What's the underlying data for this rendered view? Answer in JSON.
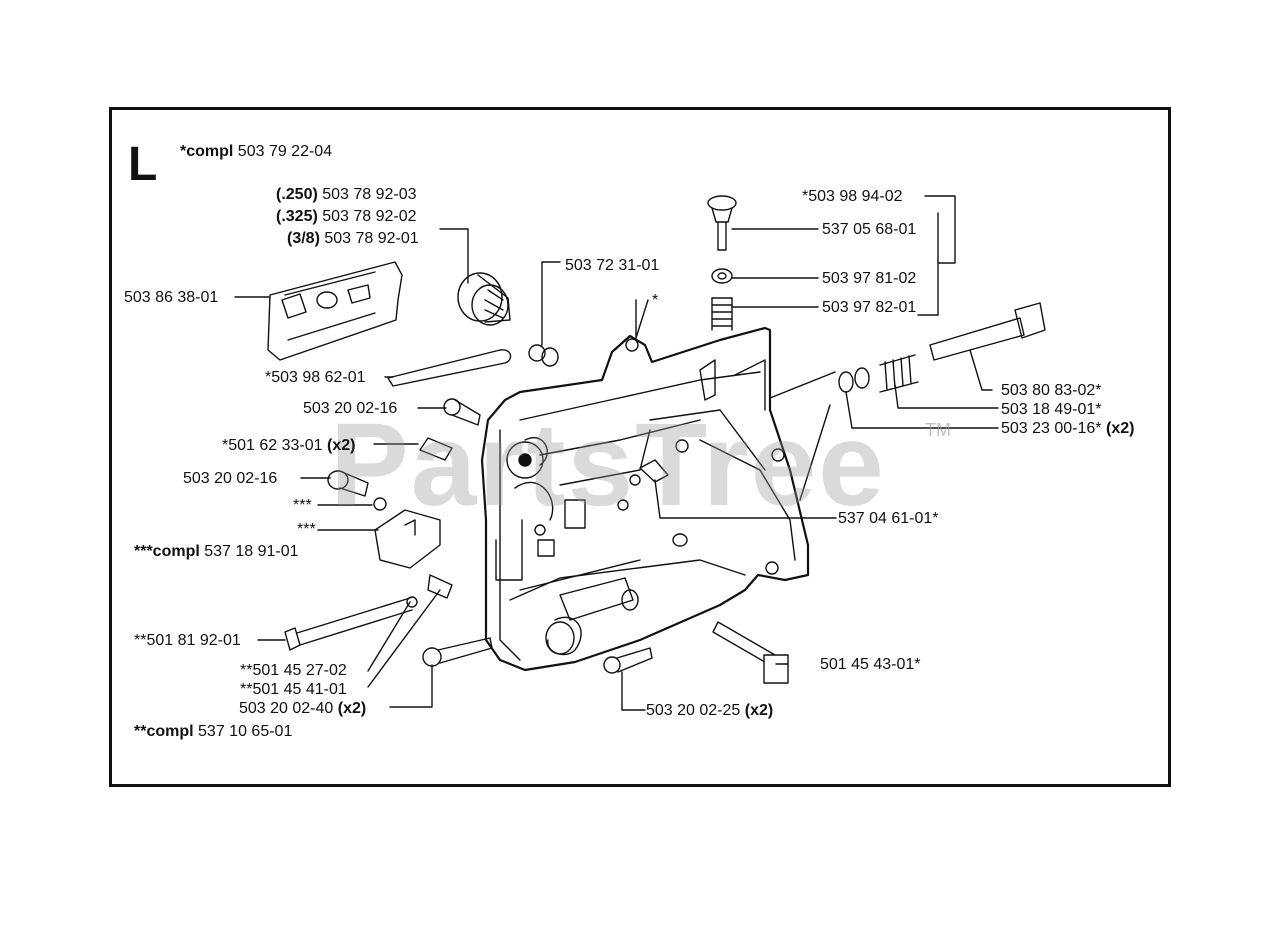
{
  "section": "L",
  "watermark": "PartsTree",
  "trademark": "TM",
  "labels": {
    "compl_main": {
      "prefix": "*compl",
      "num": "503 79 22-04"
    },
    "ring_250": {
      "prefix": "(.250)",
      "num": "503 78 92-03"
    },
    "ring_325": {
      "prefix": "(.325)",
      "num": "503 78 92-02"
    },
    "ring_38": {
      "prefix": "(3/8)",
      "num": "503 78 92-01"
    },
    "plate": {
      "prefix": "",
      "num": "503 86 38-01"
    },
    "cap": {
      "prefix": "",
      "num": "503 72 31-01"
    },
    "star": {
      "prefix": "",
      "num": "*"
    },
    "arm": {
      "prefix": "",
      "num": "*503 98 62-01"
    },
    "screw_top": {
      "prefix": "",
      "num": "503 20 02-16"
    },
    "pin": {
      "prefix": "",
      "num": "*501 62 33-01",
      "suffix": "(x2)"
    },
    "screw_mid": {
      "prefix": "",
      "num": "503 20 02-16"
    },
    "triple_a": {
      "prefix": "",
      "num": "***"
    },
    "triple_b": {
      "prefix": "",
      "num": "***"
    },
    "compl_triple": {
      "prefix": "***compl",
      "num": "537 18 91-01"
    },
    "adjuster_screw": {
      "prefix": "",
      "num": "**501 81 92-01"
    },
    "nut1": {
      "prefix": "",
      "num": "**501 45 27-02"
    },
    "nut2": {
      "prefix": "",
      "num": "**501 45 41-01"
    },
    "screw_bottom": {
      "prefix": "",
      "num": "503 20 02-40",
      "suffix": "(x2)"
    },
    "compl_double": {
      "prefix": "**compl",
      "num": "537 10 65-01"
    },
    "kit": {
      "prefix": "",
      "num": "*503 98 94-02"
    },
    "knob": {
      "prefix": "",
      "num": "537 05 68-01"
    },
    "washer_top": {
      "prefix": "",
      "num": "503 97 81-02"
    },
    "spring_top": {
      "prefix": "",
      "num": "503 97 82-01"
    },
    "shaft": {
      "prefix": "",
      "num": "503 80 83-02*"
    },
    "spring_right": {
      "prefix": "",
      "num": "503 18 49-01*"
    },
    "washer_right": {
      "prefix": "",
      "num": "503 23 00-16*",
      "suffix": "(x2)"
    },
    "plunger": {
      "prefix": "",
      "num": "537 04 61-01*"
    },
    "tbolt": {
      "prefix": "",
      "num": "501 45 43-01*"
    },
    "screw_center": {
      "prefix": "",
      "num": "503 20 02-25",
      "suffix": "(x2)"
    }
  }
}
